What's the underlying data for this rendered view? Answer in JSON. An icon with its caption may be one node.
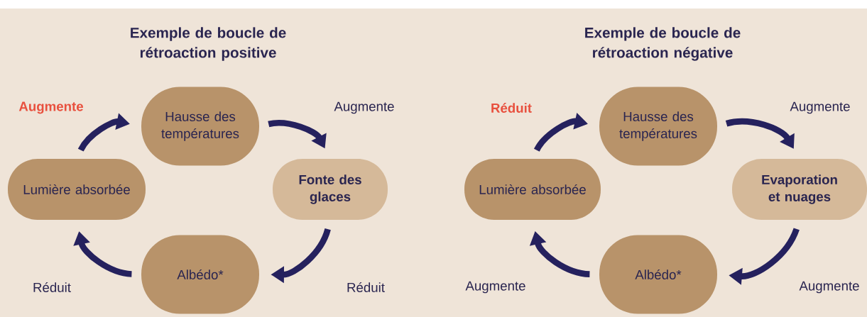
{
  "diagram": {
    "nodes": [
      {
        "text": [
          "Hausse des températures"
        ]
      },
      {
        "text": [
          "Fonte des glaces"
        ]
      },
      {
        "text": [
          "Albédo*"
        ]
      },
      {
        "text": [
          "Lumière absorbée"
        ]
      },
      {
        "text": [
          "Hausse des températures"
        ]
      },
      {
        "text": [
          "Evaporation et nuages"
        ]
      },
      {
        "text": [
          "Albédo*"
        ]
      },
      {
        "text": [
          "Lumière absorbée"
        ]
      }
    ],
    "edges": [
      {
        "from": 3,
        "to": 0,
        "arrow": "to",
        "label": "Augmente"
      },
      {
        "from": 0,
        "to": 1,
        "arrow": "to",
        "label": "Augmente"
      },
      {
        "from": 1,
        "to": 2,
        "arrow": "to",
        "label": "Réduit"
      },
      {
        "from": 2,
        "to": 3,
        "arrow": "to",
        "label": "Réduit"
      },
      {
        "from": 7,
        "to": 4,
        "arrow": "to",
        "label": "Réduit"
      },
      {
        "from": 4,
        "to": 5,
        "arrow": "to",
        "label": "Augmente"
      },
      {
        "from": 5,
        "to": 6,
        "arrow": "to",
        "label": "Augmente"
      },
      {
        "from": 6,
        "to": 7,
        "arrow": "to",
        "label": "Augmente"
      }
    ],
    "labels": [
      "Exemple de boucle de rétroaction positive",
      "Exemple de boucle de rétroaction négative"
    ]
  }
}
